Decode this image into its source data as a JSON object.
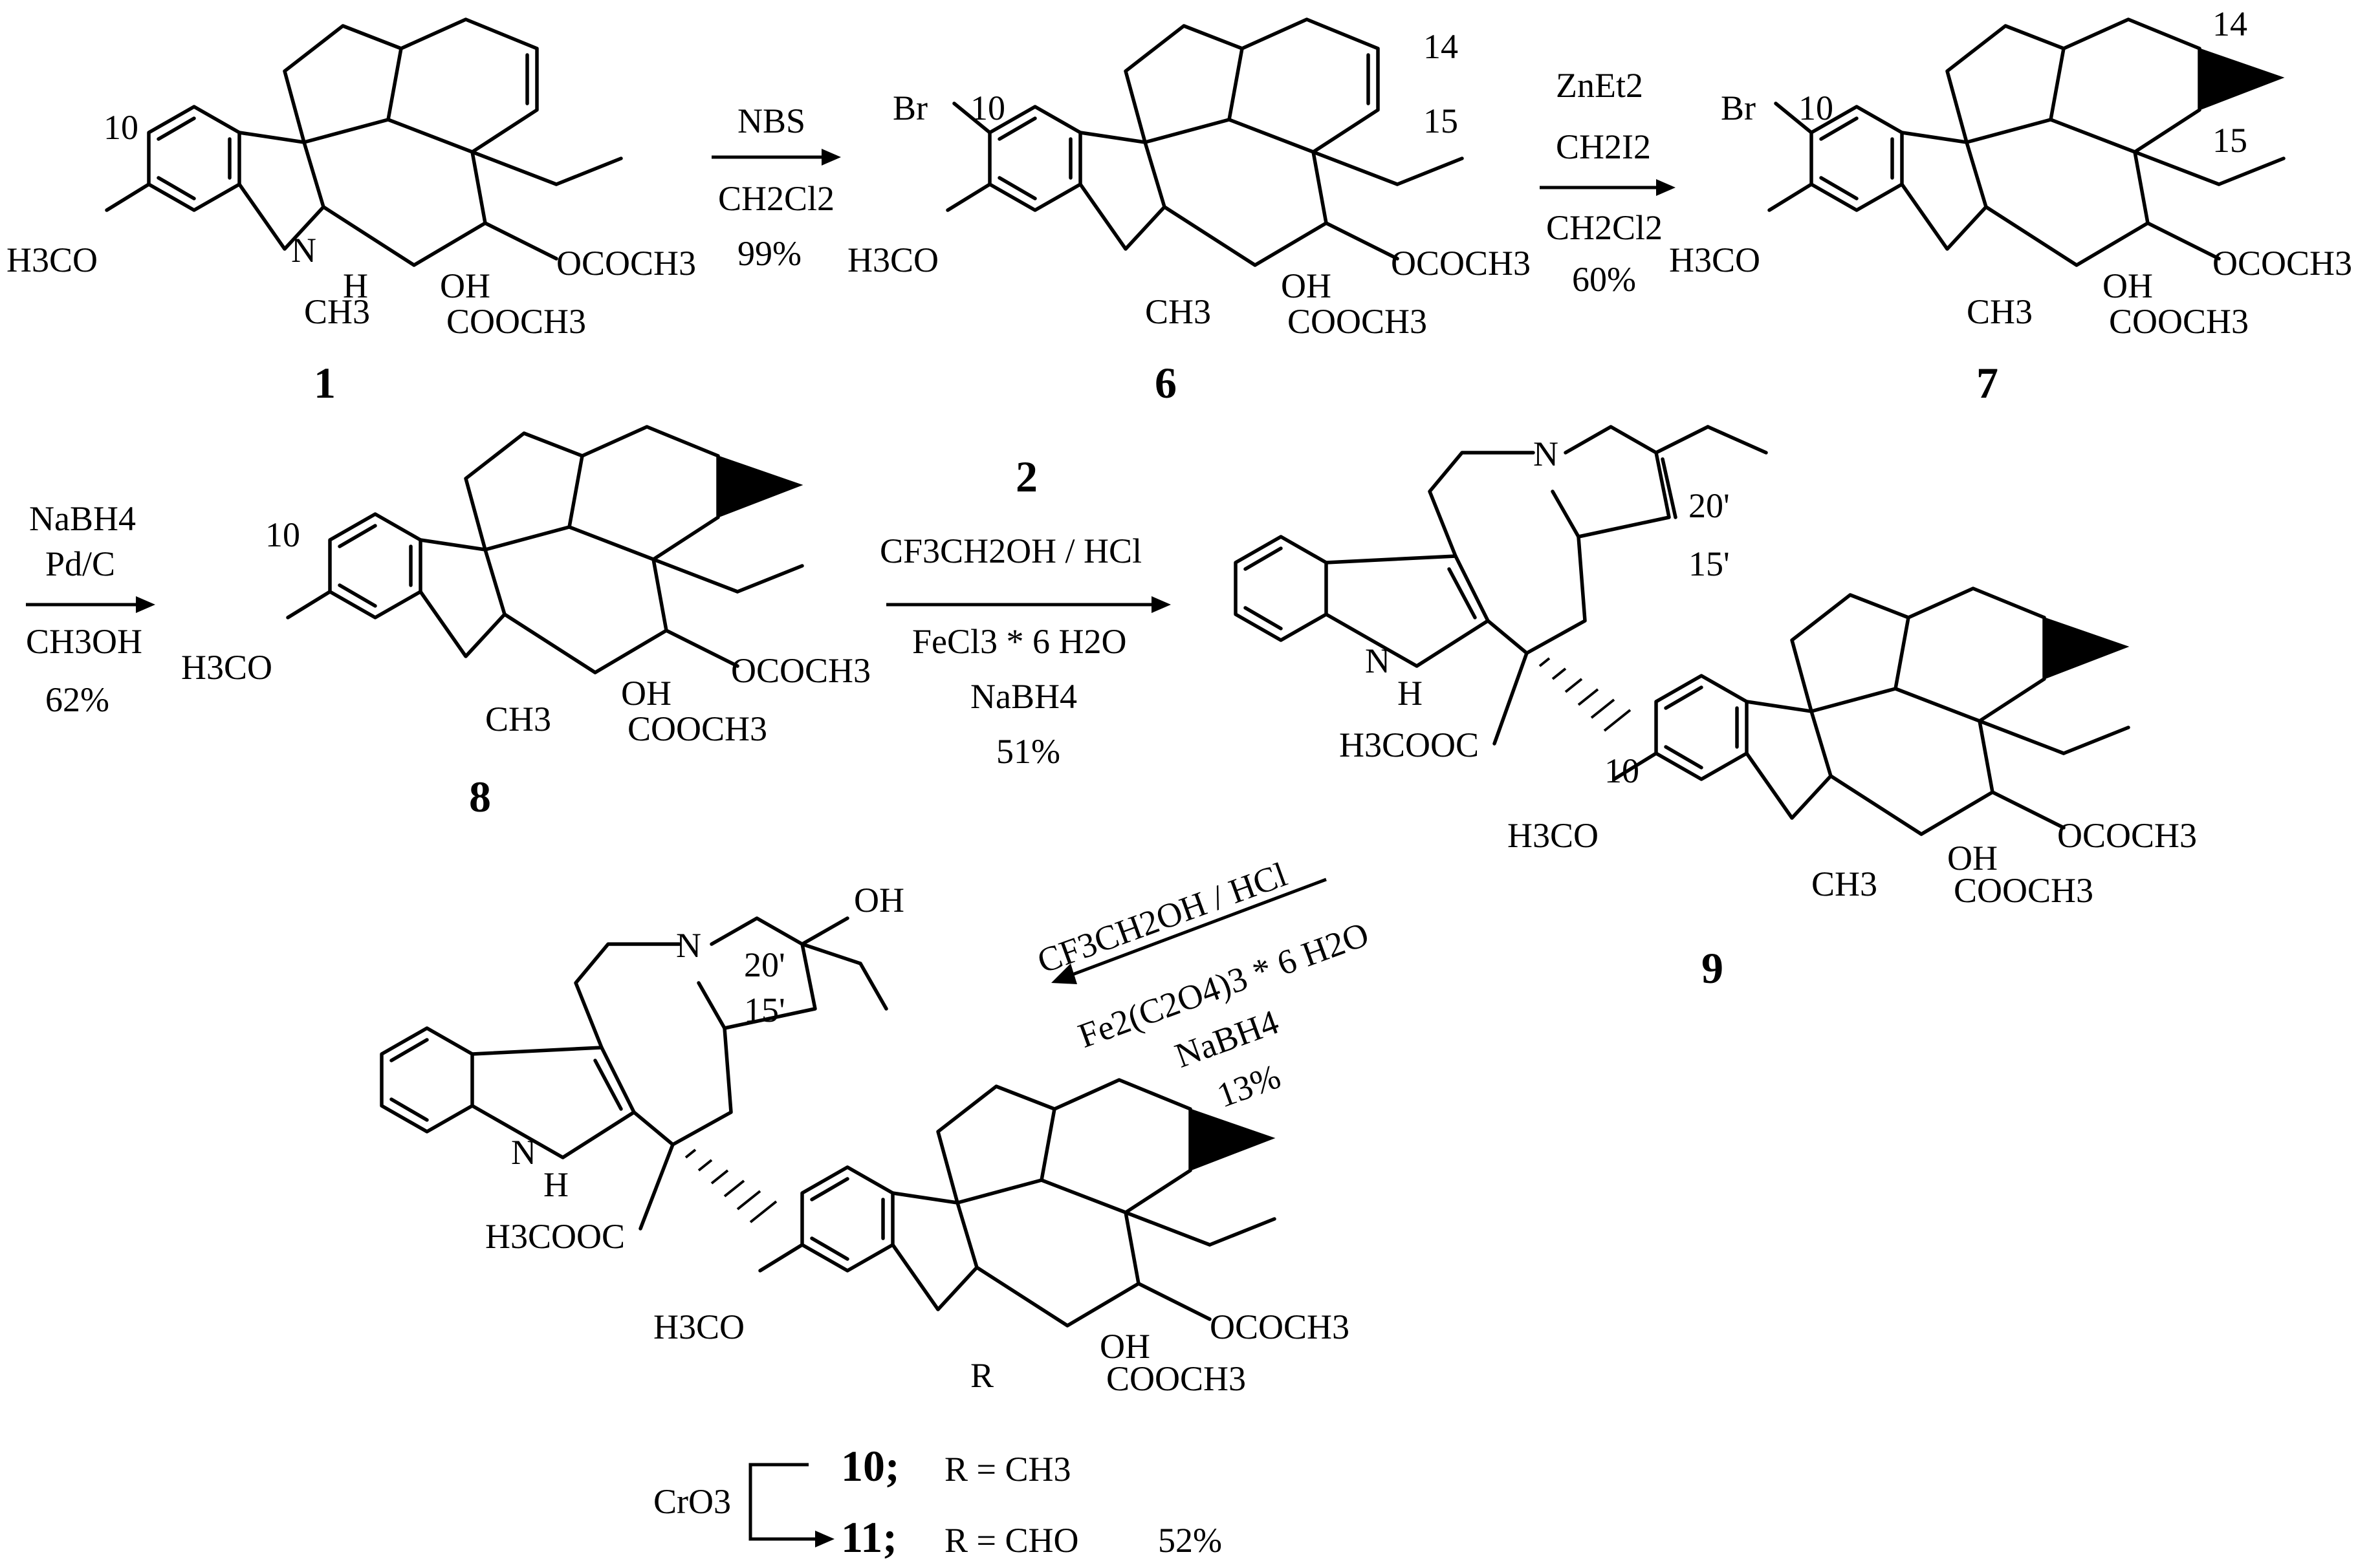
{
  "compounds": {
    "c1": "1",
    "c6": "6",
    "c7": "7",
    "c8": "8",
    "c2": "2",
    "c9": "9",
    "c10": "10;",
    "c11": "11;"
  },
  "substituents": {
    "h3co": "H3CO",
    "ch3": "CH3",
    "h": "H",
    "oh": "OH",
    "ococh3": "OCOCH3",
    "cooch3": "COOCH3",
    "br": "Br",
    "n": "N",
    "nh_h": "H",
    "h3cooc": "H3COOC",
    "r": "R"
  },
  "numbers": {
    "n10": "10",
    "n14": "14",
    "n15": "15",
    "n20p": "20'",
    "n15p": "15'"
  },
  "reagents": {
    "step1": [
      "NBS",
      "CH2Cl2",
      "99%"
    ],
    "step2": [
      "ZnEt2",
      "CH2I2",
      "CH2Cl2",
      "60%"
    ],
    "step3": [
      "NaBH4",
      "Pd/C",
      "CH3OH",
      "62%"
    ],
    "step4": [
      "CF3CH2OH / HCl",
      "FeCl3 * 6 H2O",
      "NaBH4",
      "51%"
    ],
    "step5": [
      "CF3CH2OH / HCl",
      "Fe2(C2O4)3 * 6 H2O",
      "NaBH4",
      "13%"
    ],
    "step6": [
      "CrO3"
    ]
  },
  "r_groups": {
    "r10": "R = CH3",
    "r11": "R = CHO",
    "yield11": "52%"
  }
}
